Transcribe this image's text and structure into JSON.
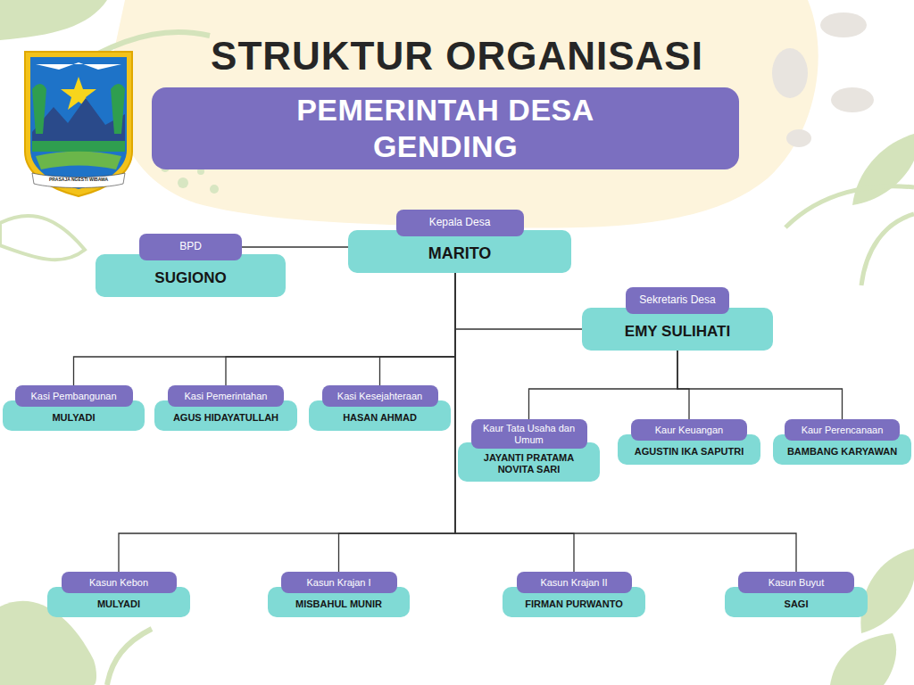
{
  "diagram": {
    "title": "STRUKTUR ORGANISASI",
    "nodes": [
      {
        "text": [
          "PEMERINTAH DESA GENDING"
        ]
      },
      {
        "text": [
          "Kepala Desa",
          "MARITO"
        ]
      },
      {
        "text": [
          "BPD",
          "SUGIONO"
        ]
      },
      {
        "text": [
          "Sekretaris Desa",
          "EMY SULIHATI"
        ]
      },
      {
        "text": [
          "Kasi Pembangunan",
          "MULYADI"
        ]
      },
      {
        "text": [
          "Kasi Pemerintahan",
          "AGUS HIDAYATULLAH"
        ]
      },
      {
        "text": [
          "Kasi Kesejahteraan",
          "HASAN AHMAD"
        ]
      },
      {
        "text": [
          "Kaur Tata Usaha dan Umum",
          "JAYANTI PRATAMA NOVITA SARI"
        ]
      },
      {
        "text": [
          "Kaur Keuangan",
          "AGUSTIN IKA SAPUTRI"
        ]
      },
      {
        "text": [
          "Kaur Perencanaan",
          "BAMBANG KARYAWAN"
        ]
      },
      {
        "text": [
          "Kasun Kebon",
          "MULYADI"
        ]
      },
      {
        "text": [
          "Kasun Krajan I",
          "MISBAHUL MUNIR"
        ]
      },
      {
        "text": [
          "Kasun Krajan II",
          "FIRMAN PURWANTO"
        ]
      },
      {
        "text": [
          "Kasun Buyut",
          "SAGI"
        ]
      }
    ],
    "edges": [
      {
        "from": 2,
        "to": 1,
        "arrow": "none"
      },
      {
        "from": 1,
        "to": 3,
        "arrow": "none"
      },
      {
        "from": 1,
        "to": 4,
        "arrow": "none"
      },
      {
        "from": 1,
        "to": 5,
        "arrow": "none"
      },
      {
        "from": 1,
        "to": 6,
        "arrow": "none"
      },
      {
        "from": 3,
        "to": 7,
        "arrow": "none"
      },
      {
        "from": 3,
        "to": 8,
        "arrow": "none"
      },
      {
        "from": 3,
        "to": 9,
        "arrow": "none"
      },
      {
        "from": 1,
        "to": 10,
        "arrow": "none"
      },
      {
        "from": 1,
        "to": 11,
        "arrow": "none"
      },
      {
        "from": 1,
        "to": 12,
        "arrow": "none"
      },
      {
        "from": 1,
        "to": 13,
        "arrow": "none"
      }
    ],
    "labels": [
      "PRASAJA NGESTI WIBAWA"
    ]
  }
}
